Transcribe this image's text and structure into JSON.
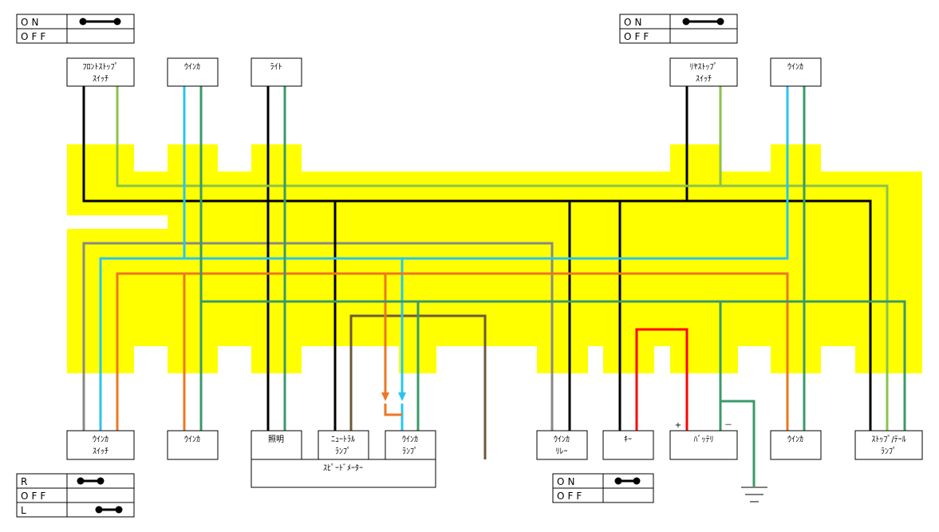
{
  "colors": {
    "harness": "#ffff00",
    "black": "#000000",
    "cyan": "#29c5ef",
    "green": "#3a9a6a",
    "lightgreen": "#8bc34a",
    "orange": "#ee7722",
    "gray": "#888888",
    "brown": "#6b5a3a",
    "red": "#ff0000"
  },
  "top_components": {
    "front_stop_switch": [
      "ﾌﾛﾝﾄｽﾄｯﾌﾟ",
      "ｽｲｯﾁ"
    ],
    "winker_left": [
      "ｳｲﾝｶ"
    ],
    "light": [
      "ﾗｲﾄ"
    ],
    "rear_stop_switch": [
      "ﾘﾔｽﾄｯﾌﾟ",
      "ｽｲｯﾁ"
    ],
    "winker_right": [
      "ｳｲﾝｶ"
    ]
  },
  "bottom_components": {
    "winker_switch": [
      "ｳｲﾝｶ",
      "ｽｲｯﾁ"
    ],
    "winker_front_left": [
      "ｳｲﾝｶ"
    ],
    "illumination": [
      "照明"
    ],
    "neutral_lamp": [
      "ﾆｭｰﾄﾗﾙ",
      "ﾗﾝﾌﾟ"
    ],
    "winker_lamp": [
      "ｳｲﾝｶ",
      "ﾗﾝﾌﾟ"
    ],
    "speedometer": "ｽﾋﾟｰﾄﾞﾒｰﾀｰ",
    "winker_relay": [
      "ｳｲﾝｶ",
      "ﾘﾚｰ"
    ],
    "key": [
      "ｷｰ"
    ],
    "battery": [
      "ﾊﾞｯﾃﾘ"
    ],
    "winker_rear_right": [
      "ｳｲﾝｶ"
    ],
    "stop_tail_lamp": [
      "ｽﾄｯﾌﾟ/ﾃｰﾙ",
      "ﾗﾝﾌﾟ"
    ]
  },
  "battery_terminals": {
    "plus": "+",
    "minus": "－"
  },
  "legends": {
    "top_left": [
      {
        "label": "ON"
      },
      {
        "label": "OFF"
      }
    ],
    "top_right": [
      {
        "label": "ON"
      },
      {
        "label": "OFF"
      }
    ],
    "bottom_left": [
      {
        "label": "R"
      },
      {
        "label": "OFF"
      },
      {
        "label": "L"
      }
    ],
    "bottom_mid": [
      {
        "label": "ON"
      },
      {
        "label": "OFF"
      }
    ]
  }
}
